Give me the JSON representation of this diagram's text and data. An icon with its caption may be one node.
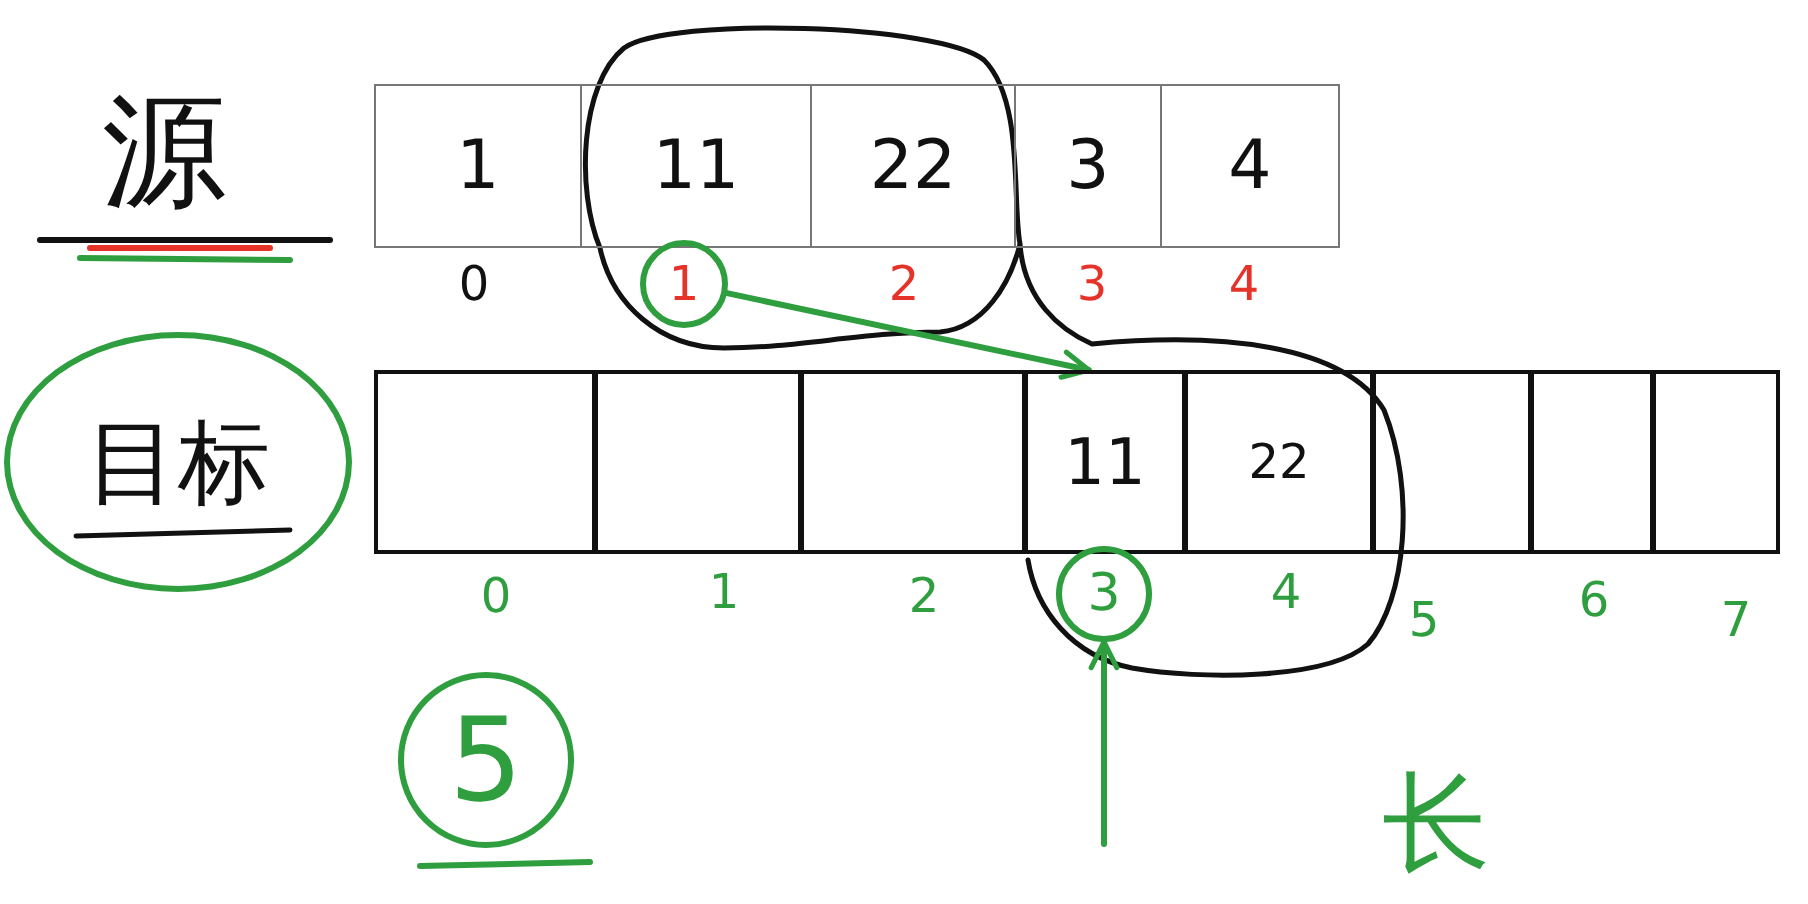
{
  "diagram": {
    "nodes": [
      {
        "text": [
          "1"
        ],
        "beside": [
          "0"
        ]
      },
      {
        "text": [
          "11"
        ]
      },
      {
        "text": [
          "22"
        ],
        "beside": [
          "2"
        ]
      },
      {
        "text": [
          "3"
        ],
        "beside": [
          "3"
        ]
      },
      {
        "text": [
          "4"
        ],
        "beside": [
          "4"
        ]
      },
      {
        "text": [
          "1"
        ]
      },
      {
        "text": [
          "目标"
        ]
      },
      {
        "text": [],
        "shape": "box",
        "beside": [
          "0"
        ]
      },
      {
        "text": [],
        "shape": "box",
        "beside": [
          "1"
        ]
      },
      {
        "text": [],
        "shape": "box",
        "beside": [
          "2"
        ]
      },
      {
        "text": [
          "11"
        ]
      },
      {
        "text": [
          "22"
        ],
        "beside": [
          "4"
        ]
      },
      {
        "text": [],
        "shape": "box",
        "beside": [
          "5"
        ]
      },
      {
        "text": [],
        "shape": "box",
        "beside": [
          "6"
        ]
      },
      {
        "text": [],
        "shape": "box",
        "beside": [
          "7"
        ]
      },
      {
        "text": [
          "3"
        ]
      },
      {
        "text": [
          "5"
        ]
      }
    ],
    "edges": [
      {
        "from": 5,
        "to": 10,
        "arrow": "to"
      },
      {
        "from": null,
        "to": 15,
        "arrow": "to"
      }
    ],
    "labels": [
      "源",
      "长"
    ]
  }
}
